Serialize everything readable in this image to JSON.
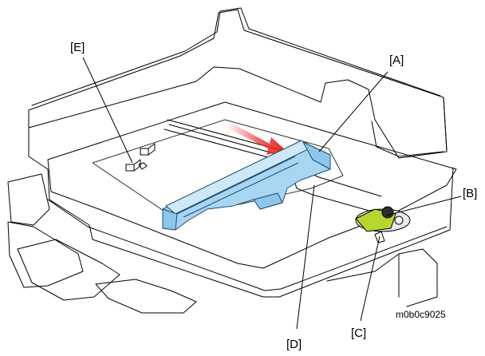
{
  "callouts": {
    "a": "[A]",
    "b": "[B]",
    "c": "[C]",
    "d": "[D]",
    "e": "[E]"
  },
  "figure_code": "m0b0c9025",
  "colors": {
    "part_highlight": "#a8d6f2",
    "part_outline": "#1c4d6e",
    "arrow": "#e8231f",
    "knob_green": "#b5d62a",
    "line": "#000000"
  }
}
